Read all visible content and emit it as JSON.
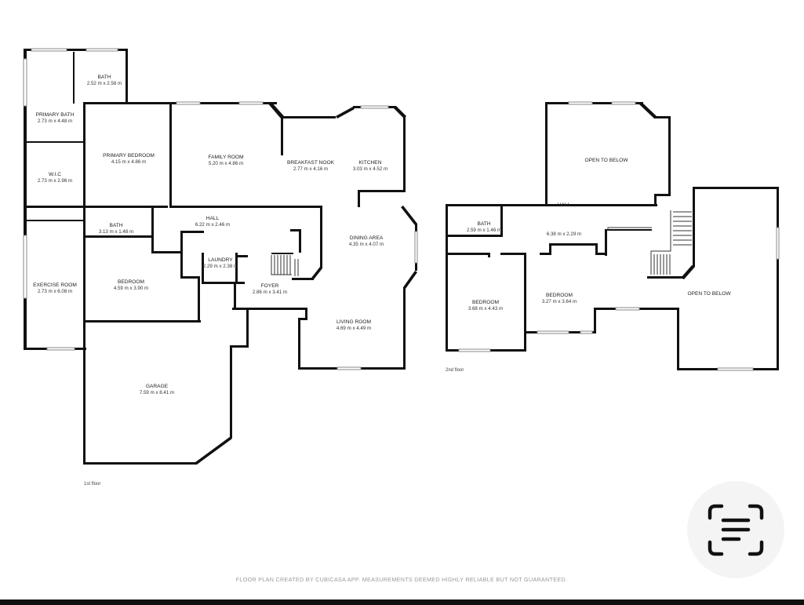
{
  "floors": [
    {
      "label": "1st floor",
      "rooms": [
        {
          "name": "BATH",
          "dims": "2.52 m x 2.58 m"
        },
        {
          "name": "PRIMARY BATH",
          "dims": "2.73 m x 4.48 m"
        },
        {
          "name": "PRIMARY BEDROOM",
          "dims": "4.15 m x 4.86 m"
        },
        {
          "name": "W.I.C",
          "dims": "2.73 m x 2.96 m"
        },
        {
          "name": "FAMILY ROOM",
          "dims": "5.20 m x 4.86 m"
        },
        {
          "name": "BREAKFAST NOOK",
          "dims": "2.77 m x 4.16 m"
        },
        {
          "name": "KITCHEN",
          "dims": "3.03 m x 4.52 m"
        },
        {
          "name": "HALL",
          "dims": "6.22 m x 2.46 m"
        },
        {
          "name": "BATH",
          "dims": "3.13 m x 1.48 m"
        },
        {
          "name": "DINING AREA",
          "dims": "4.35 m x 4.07 m"
        },
        {
          "name": "LAUNDRY",
          "dims": "2.29 m x 2.38 m"
        },
        {
          "name": "EXERCISE ROOM",
          "dims": "2.73 m x 6.08 m"
        },
        {
          "name": "BEDROOM",
          "dims": "4.59 m x 3.90 m"
        },
        {
          "name": "FOYER",
          "dims": "2.86 m x 3.41 m"
        },
        {
          "name": "LIVING ROOM",
          "dims": "4.69 m x 4.49 m"
        },
        {
          "name": "GARAGE",
          "dims": "7.59 m x 8.41 m"
        }
      ]
    },
    {
      "label": "2nd floor",
      "rooms": [
        {
          "name": "OPEN TO BELOW",
          "dims": ""
        },
        {
          "name": "BATH",
          "dims": "2.59 m x 1.46 m"
        },
        {
          "name": "HALL",
          "dims": "6.38 m x 2.29 m"
        },
        {
          "name": "OPEN TO BELOW",
          "dims": ""
        },
        {
          "name": "BEDROOM",
          "dims": "3.68 m x 4.43 m"
        },
        {
          "name": "BEDROOM",
          "dims": "3.27 m x 3.64 m"
        }
      ]
    }
  ],
  "footer": "FLOOR PLAN CREATED BY CUBICASA APP. MEASUREMENTS DEEMED HIGHLY RELIABLE BUT NOT GUARANTEED.",
  "logo": {
    "icon": "scan-document-icon"
  },
  "colors": {
    "wall": "#111111",
    "footer_text": "#9a9a9a",
    "logo_circle": "#f4f4f4"
  }
}
